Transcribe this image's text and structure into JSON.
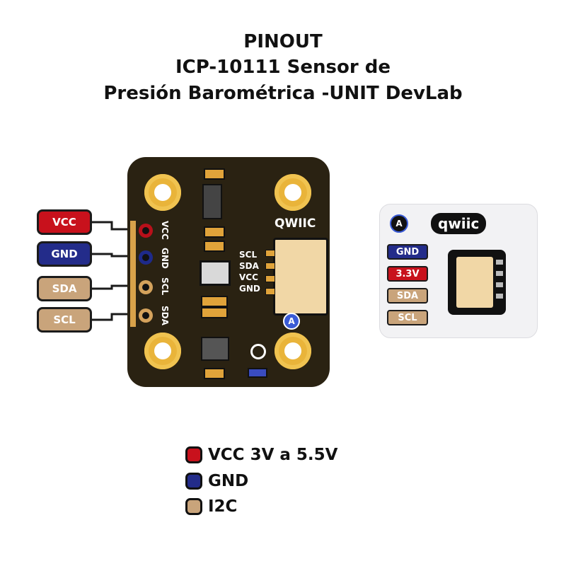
{
  "title": {
    "line1": "PINOUT",
    "line2": "ICP-10111 Sensor de",
    "line3": "Presión Barométrica -UNIT DevLab"
  },
  "pins": [
    {
      "label": "VCC",
      "color": "#c8111c"
    },
    {
      "label": "GND",
      "color": "#232c8a"
    },
    {
      "label": "SDA",
      "color": "#c9a47b"
    },
    {
      "label": "SCL",
      "color": "#c9a47b"
    }
  ],
  "board": {
    "silk_pins": [
      "VCC",
      "GND",
      "SCL",
      "SDA"
    ],
    "qwiic_label": "QWIIC",
    "connector_pins": [
      "SCL",
      "SDA",
      "VCC",
      "GND"
    ],
    "badge": "A"
  },
  "qwiic_card": {
    "logo": "qwiic",
    "badge": "A",
    "pins": [
      {
        "label": "GND",
        "color": "#232c8a"
      },
      {
        "label": "3.3V",
        "color": "#c8111c"
      },
      {
        "label": "SDA",
        "color": "#c9a47b"
      },
      {
        "label": "SCL",
        "color": "#c9a47b"
      }
    ]
  },
  "legend": [
    {
      "label": "VCC 3V a 5.5V",
      "color": "#c8111c"
    },
    {
      "label": "GND",
      "color": "#232c8a"
    },
    {
      "label": "I2C",
      "color": "#c9a47b"
    }
  ]
}
